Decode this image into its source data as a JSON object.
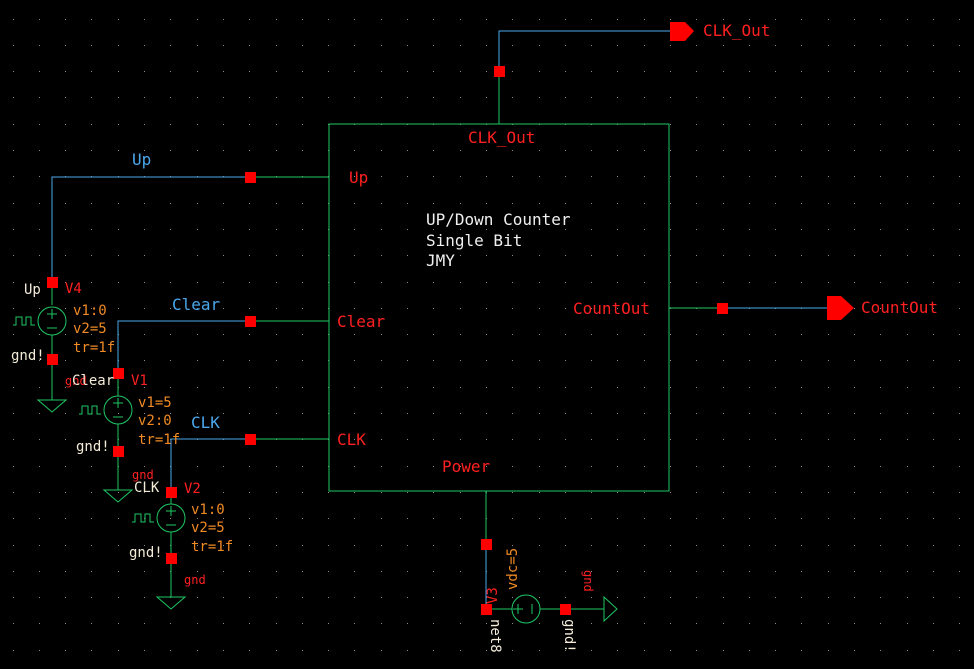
{
  "schematic": {
    "colors": {
      "background": "#000000",
      "grid_dot": "#8a8a8a",
      "wire": "#4aa8ec",
      "symbol": "#1ec864",
      "pin": "#ff0000",
      "pin_label": "#ff2020",
      "net_label": "#4aa8ec",
      "param": "#f08a24",
      "text": "#f0f0f0"
    },
    "block": {
      "title_lines": [
        "UP/Down Counter",
        "Single Bit",
        "JMY"
      ],
      "pins": {
        "top": "CLK_Out",
        "left_1": "Up",
        "left_2": "Clear",
        "left_3": "CLK",
        "right": "CountOut",
        "bottom": "Power"
      }
    },
    "output_pins": [
      {
        "name": "CLK_Out"
      },
      {
        "name": "CountOut"
      }
    ],
    "net_labels": [
      "Up",
      "Clear",
      "CLK"
    ],
    "sources": [
      {
        "inst": "V4",
        "type": "vpulse",
        "top_net": "Up",
        "bottom_net": "gnd!",
        "params": [
          "v1:0",
          "v2=5",
          "tr=1f"
        ],
        "ground_label": "gnd"
      },
      {
        "inst": "V1",
        "type": "vpulse",
        "top_net": "Clear",
        "bottom_net": "gnd!",
        "params": [
          "v1=5",
          "v2:0",
          "tr=1f"
        ],
        "ground_label": "gnd"
      },
      {
        "inst": "V2",
        "type": "vpulse",
        "top_net": "CLK",
        "bottom_net": "gnd!",
        "params": [
          "v1:0",
          "v2=5",
          "tr=1f"
        ],
        "ground_label": "gnd"
      },
      {
        "inst": "V3",
        "type": "vdc",
        "top_net": "net8",
        "bottom_net": "gnd!",
        "params": [
          "vdc=5"
        ],
        "ground_label": "gnd"
      }
    ]
  }
}
